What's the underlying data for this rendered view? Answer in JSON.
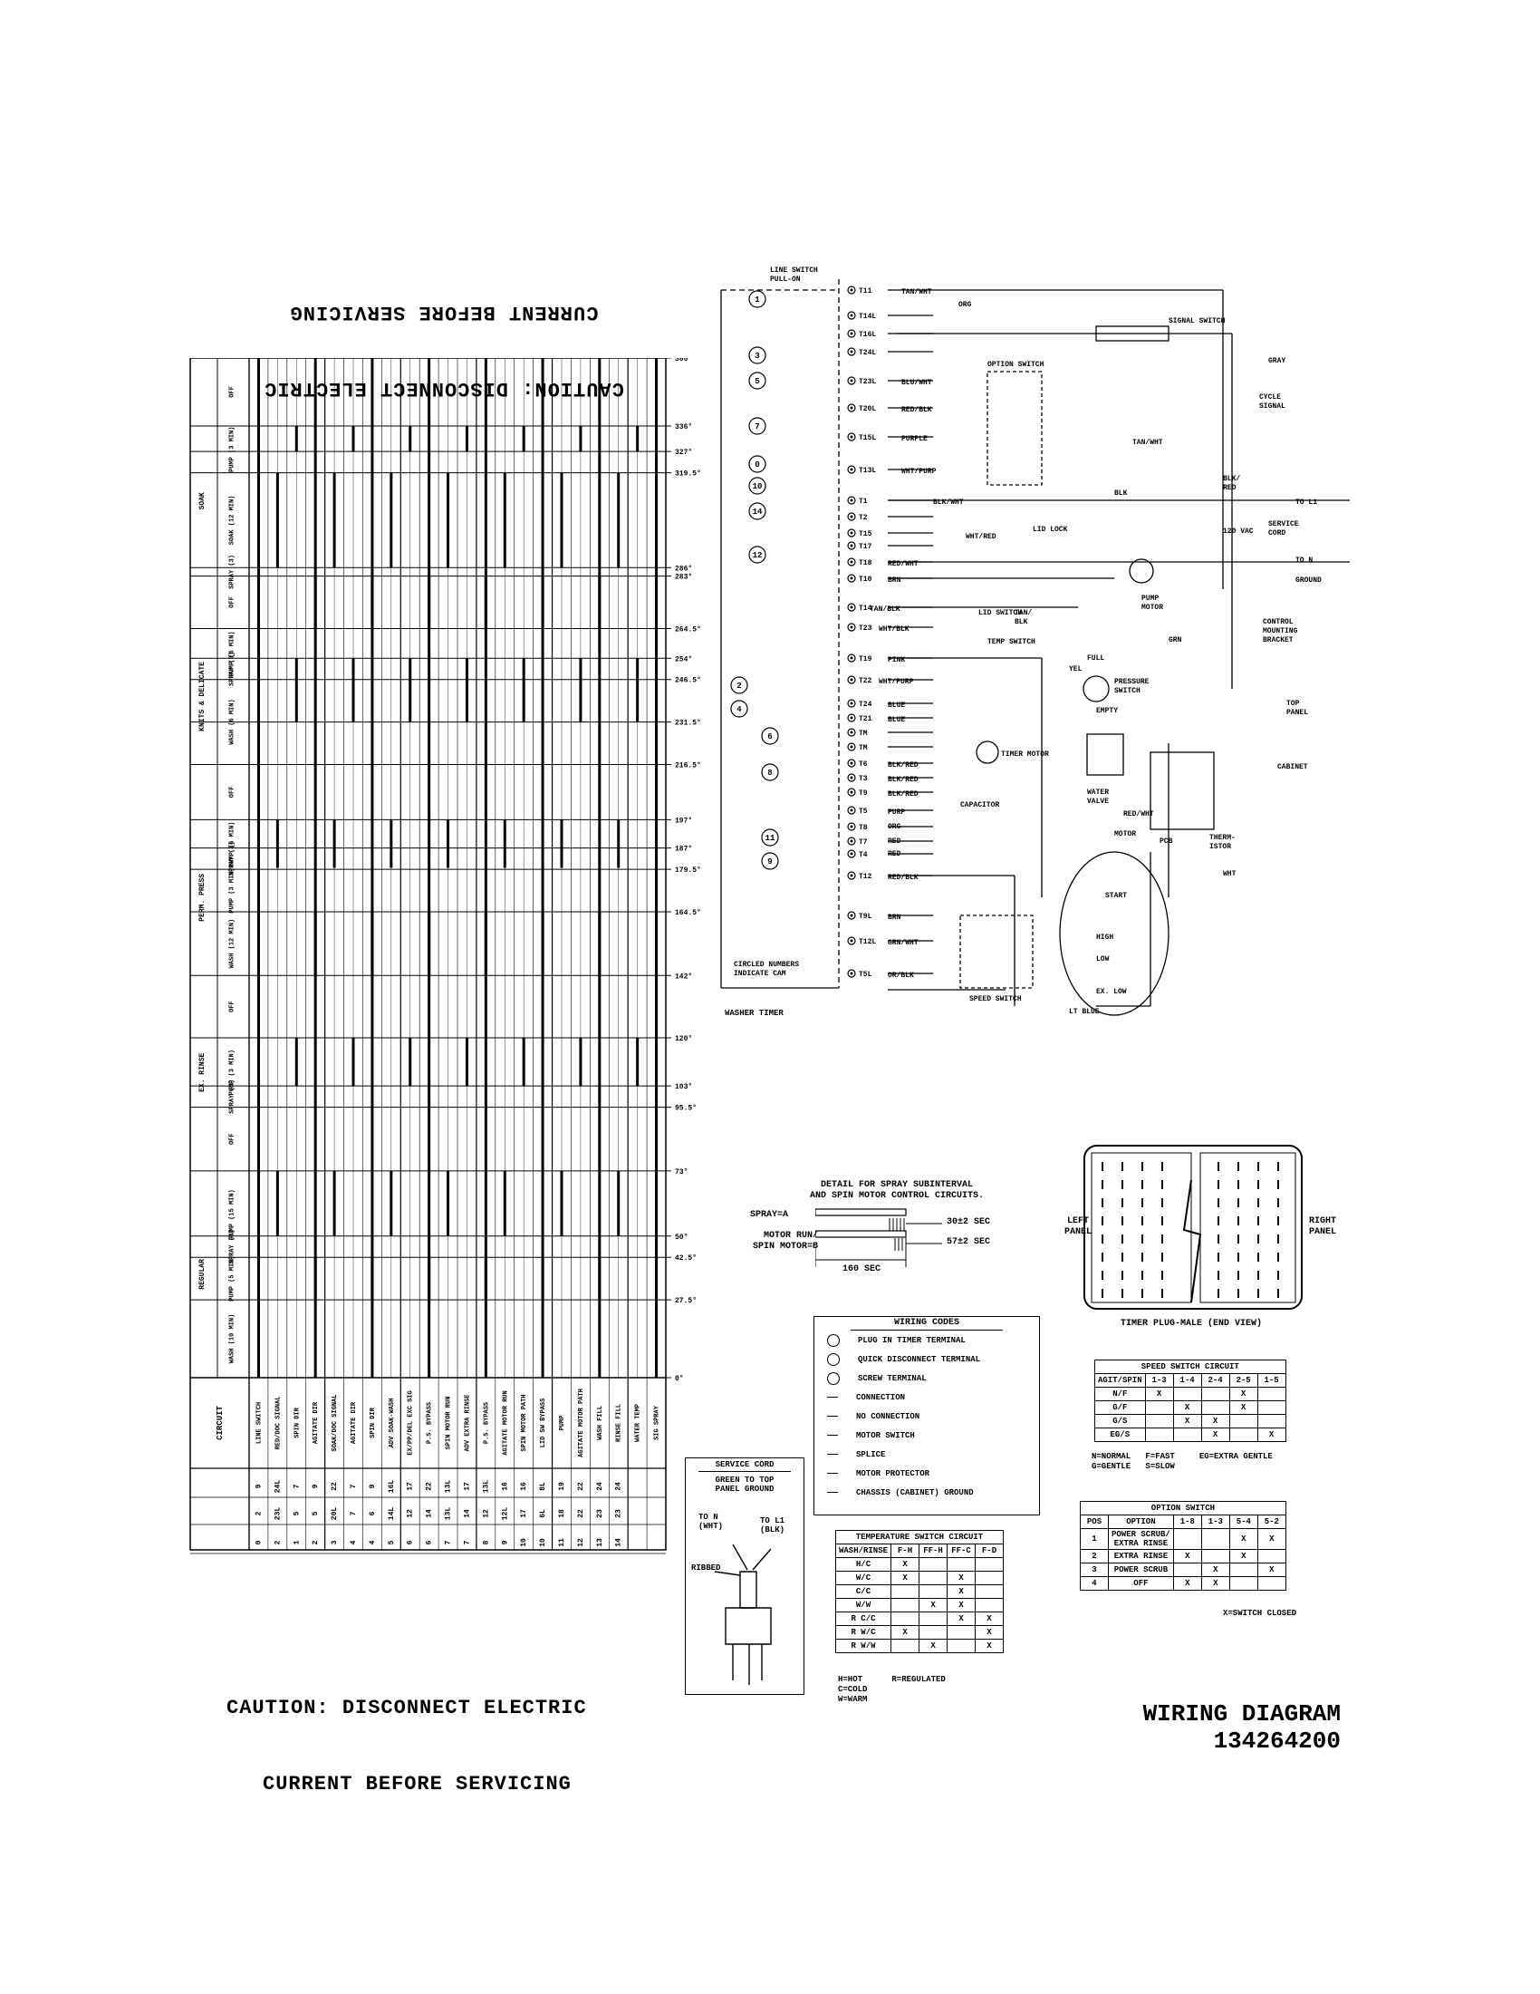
{
  "caution": {
    "line1": "CAUTION: DISCONNECT ELECTRIC",
    "line2": "CURRENT BEFORE SERVICING"
  },
  "title": {
    "line1": "WIRING DIAGRAM",
    "line2": "134264200"
  },
  "timer": {
    "line_switch": "LINE SWITCH\nPULL-ON",
    "washer_timer": "WASHER TIMER",
    "circled_note": "CIRCLED NUMBERS\nINDICATE CAM",
    "terminals": [
      "T11",
      "T14L",
      "T16L",
      "T24L",
      "T23L",
      "T20L",
      "T15L",
      "T13L",
      "T1",
      "T2",
      "T15",
      "T17",
      "T18",
      "T10",
      "T14",
      "T23",
      "T19",
      "T22",
      "T24",
      "T21",
      "TM",
      "TM",
      "T6",
      "T3",
      "T9",
      "T5",
      "T8",
      "T7",
      "T4",
      "T12",
      "T9L",
      "T12L",
      "T5L"
    ],
    "wire_colors": [
      "TAN/WHT",
      "ORG",
      "BLU/WHT",
      "RED/BLK",
      "PURPLE",
      "WHT/PURP",
      "BLK/WHT",
      "WHT/RED",
      "RED/WHT",
      "BRN",
      "TAN/BLK",
      "WHT/BLK",
      "PINK",
      "WHT/PURP",
      "BLUE",
      "BLUE",
      "BLK/RED",
      "BLK/RED",
      "BLK/RED",
      "PURP",
      "ORG",
      "RED",
      "RED",
      "RED/BLK",
      "BRN",
      "GRN/WHT",
      "OR/BLK"
    ],
    "cams": [
      "1",
      "3",
      "5",
      "7",
      "0",
      "10",
      "14",
      "12",
      "2",
      "4",
      "6",
      "8",
      "11",
      "9"
    ]
  },
  "components": {
    "signal_switch": "SIGNAL SWITCH",
    "option_switch": "OPTION SWITCH",
    "gray": "GRAY",
    "cycle_signal": "CYCLE\nSIGNAL",
    "tan_wht": "TAN/WHT",
    "blk_red": "BLK/\nRED",
    "blk": "BLK",
    "to_l1": "TO L1",
    "to_n": "TO N",
    "vac": "120 VAC",
    "service_cord": "SERVICE\nCORD",
    "lid_lock": "LID LOCK",
    "pump_motor": "PUMP\nMOTOR",
    "grn": "GRN",
    "ground": "GROUND",
    "control_bracket": "CONTROL\nMOUNTING\nBRACKET",
    "top_panel": "TOP\nPANEL",
    "cabinet": "CABINET",
    "lid_switch": "LID SWITCH",
    "tan_blk": "TAN/\nBLK",
    "full": "FULL",
    "empty": "EMPTY",
    "pressure_switch": "PRESSURE\nSWITCH",
    "temp_switch": "TEMP SWITCH",
    "yel": "YEL",
    "water_valve": "WATER\nVALVE",
    "red_wht": "RED/WHT",
    "pcb": "PCB",
    "thermistor": "THERM-\nISTOR",
    "timer_motor": "TIMER MOTOR",
    "capacitor": "CAPACITOR",
    "motor": "MOTOR",
    "start": "START",
    "high": "HIGH",
    "low": "LOW",
    "ex_low": "EX. LOW",
    "wht": "WHT",
    "speed_switch": "SPEED SWITCH",
    "lt_blue": "LT BLUE"
  },
  "spray_detail": {
    "title": "DETAIL FOR SPRAY SUBINTERVAL\nAND SPIN MOTOR CONTROL CIRCUITS.",
    "spray": "SPRAY=A",
    "motor": "MOTOR RUN/\nSPIN MOTOR=B",
    "t1": "30±2 SEC",
    "t2": "57±2 SEC",
    "t3": "160 SEC"
  },
  "plug": {
    "left": "LEFT\nPANEL",
    "right": "RIGHT\nPANEL",
    "caption": "TIMER PLUG-MALE (END VIEW)"
  },
  "wiring_codes": {
    "title": "WIRING CODES",
    "items": [
      "PLUG IN TIMER TERMINAL",
      "QUICK DISCONNECT TERMINAL",
      "SCREW TERMINAL",
      "CONNECTION",
      "NO CONNECTION",
      "MOTOR SWITCH",
      "SPLICE",
      "MOTOR PROTECTOR",
      "CHASSIS (CABINET) GROUND"
    ]
  },
  "speed_switch_table": {
    "title": "SPEED SWITCH CIRCUIT",
    "headers": [
      "AGIT/SPIN",
      "1-3",
      "1-4",
      "2-4",
      "2-5",
      "1-5"
    ],
    "rows": [
      [
        "N/F",
        "X",
        "",
        "",
        "X",
        ""
      ],
      [
        "G/F",
        "",
        "X",
        "",
        "X",
        ""
      ],
      [
        "G/S",
        "",
        "X",
        "X",
        "",
        ""
      ],
      [
        "EG/S",
        "",
        "",
        "X",
        "",
        "X"
      ]
    ],
    "legend": "N=NORMAL   F=FAST     EG=EXTRA GENTLE\nG=GENTLE   S=SLOW"
  },
  "option_switch_table": {
    "title": "OPTION SWITCH",
    "headers": [
      "POS",
      "OPTION",
      "1-8",
      "1-3",
      "5-4",
      "5-2"
    ],
    "rows": [
      [
        "1",
        "POWER SCRUB/\nEXTRA RINSE",
        "",
        "",
        "X",
        "X"
      ],
      [
        "2",
        "EXTRA RINSE",
        "X",
        "",
        "X",
        ""
      ],
      [
        "3",
        "POWER SCRUB",
        "",
        "X",
        "",
        "X"
      ],
      [
        "4",
        "OFF",
        "X",
        "X",
        "",
        ""
      ]
    ],
    "legend": "X=SWITCH CLOSED"
  },
  "temp_table": {
    "title": "TEMPERATURE SWITCH CIRCUIT",
    "headers": [
      "WASH/RINSE",
      "F-H",
      "FF-H",
      "FF-C",
      "F-D"
    ],
    "rows": [
      [
        "H/C",
        "X",
        "",
        "",
        ""
      ],
      [
        "W/C",
        "X",
        "",
        "X",
        ""
      ],
      [
        "C/C",
        "",
        "",
        "X",
        ""
      ],
      [
        "W/W",
        "",
        "X",
        "X",
        ""
      ],
      [
        "R C/C",
        "",
        "",
        "X",
        "X"
      ],
      [
        "R W/C",
        "X",
        "",
        "",
        "X"
      ],
      [
        "R W/W",
        "",
        "X",
        "",
        "X"
      ]
    ],
    "legend": "H=HOT      R=REGULATED\nC=COLD\nW=WARM"
  },
  "service_cord_box": {
    "title": "SERVICE CORD",
    "green": "GREEN TO TOP\nPANEL GROUND",
    "to_n": "TO N\n(WHT)",
    "to_l1": "TO L1\n(BLK)",
    "ribbed": "RIBBED"
  },
  "cycle_chart": {
    "degrees": [
      "360°",
      "336°",
      "327°",
      "319.5°",
      "283°",
      "286°",
      "264.5°",
      "254°",
      "246.5°",
      "231.5°",
      "216.5°",
      "197°",
      "187°",
      "179.5°",
      "164.5°",
      "142°",
      "120°",
      "103°",
      "95.5°",
      "73°",
      "50°",
      "42.5°",
      "27.5°",
      "0°"
    ],
    "segments": [
      "OFF",
      "PUMP (3 MIN)",
      "SOAK (12 MIN)",
      "SPRAY (3)",
      "OFF",
      "PUMP (6 MIN)",
      "SPRAY (3)",
      "WASH (6 MIN)",
      "OFF",
      "PUMP (6 MIN)",
      "SPRAY (3)",
      "PUMP (3 MIN)",
      "WASH (12 MIN)",
      "OFF",
      "PUMP (3 MIN)",
      "SPRAY (3)",
      "OFF",
      "PUMP (15 MIN)",
      "SPRAY (3)",
      "PUMP (5 MIN)",
      "WASH (10 MIN)"
    ],
    "groups": [
      "SOAK",
      "KNITS & DELICATE",
      "PERM. PRESS",
      "EX. RINSE",
      "REGULAR"
    ],
    "circuit_label": "CIRCUIT",
    "circuits": [
      "LINE SWITCH",
      "RED/DOC SIGNAL",
      "SPIN DIR",
      "AGITATE DIR",
      "SOAK/DOC SIGNAL",
      "AGITATE DIR",
      "SPIN DIR",
      "ADV SOAK-WASH",
      "EX/PP/DEL EXC SIG",
      "P.S. BYPASS",
      "SPIN MOTOR RUN",
      "ADV EXTRA RINSE",
      "P.S. BYPASS",
      "AGITATE MOTOR RUN",
      "SPIN MOTOR PATH",
      "LID SW BYPASS",
      "PUMP",
      "AGITATE MOTOR PATH",
      "WASH FILL",
      "RINSE FILL",
      "WATER TEMP",
      "SIG SPRAY"
    ],
    "term_a": [
      "9",
      "24L",
      "7",
      "9",
      "22",
      "7",
      "9",
      "16L",
      "17",
      "22",
      "13L",
      "17",
      "13L",
      "16",
      "16",
      "8L",
      "19",
      "22",
      "24",
      "24"
    ],
    "term_b": [
      "2",
      "23L",
      "5",
      "5",
      "20L",
      "7",
      "6",
      "14L",
      "12",
      "14",
      "13L",
      "14",
      "12",
      "12L",
      "17",
      "6L",
      "18",
      "22",
      "23",
      "23"
    ],
    "cam": [
      "0",
      "2",
      "1",
      "2",
      "3",
      "4",
      "4",
      "5",
      "6",
      "6",
      "7",
      "7",
      "8",
      "9",
      "10",
      "10",
      "11",
      "12",
      "13",
      "14"
    ]
  }
}
